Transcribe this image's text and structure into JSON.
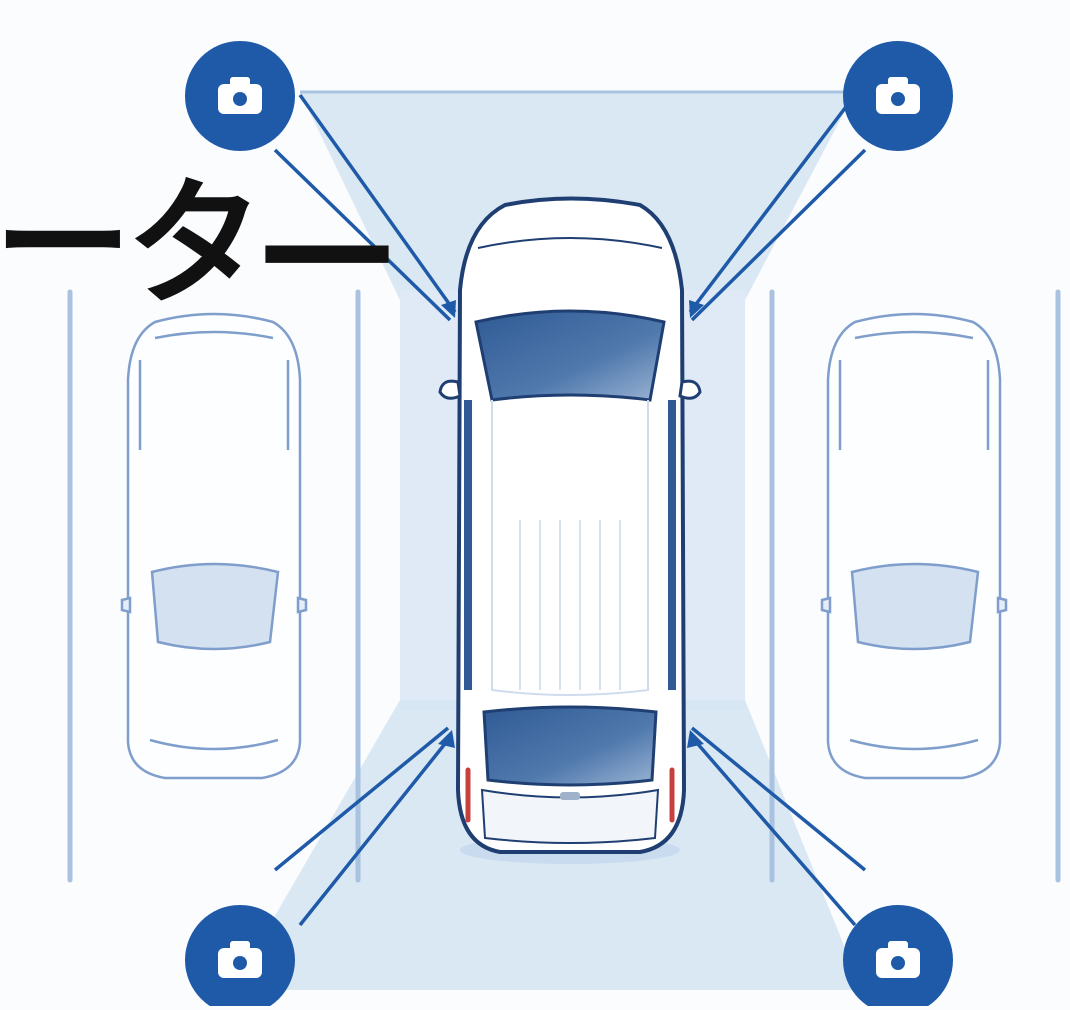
{
  "title_fragment": "ータ—",
  "colors": {
    "accent": "#1e5aa8",
    "coverage": "#d6e5f3",
    "window": "#4a73a8",
    "outline": "#1f3f72",
    "taillight": "#c8403e"
  },
  "cameras": [
    {
      "id": "front-left",
      "icon": "camera-icon"
    },
    {
      "id": "front-right",
      "icon": "camera-icon"
    },
    {
      "id": "rear-left",
      "icon": "camera-icon"
    },
    {
      "id": "rear-right",
      "icon": "camera-icon"
    }
  ]
}
